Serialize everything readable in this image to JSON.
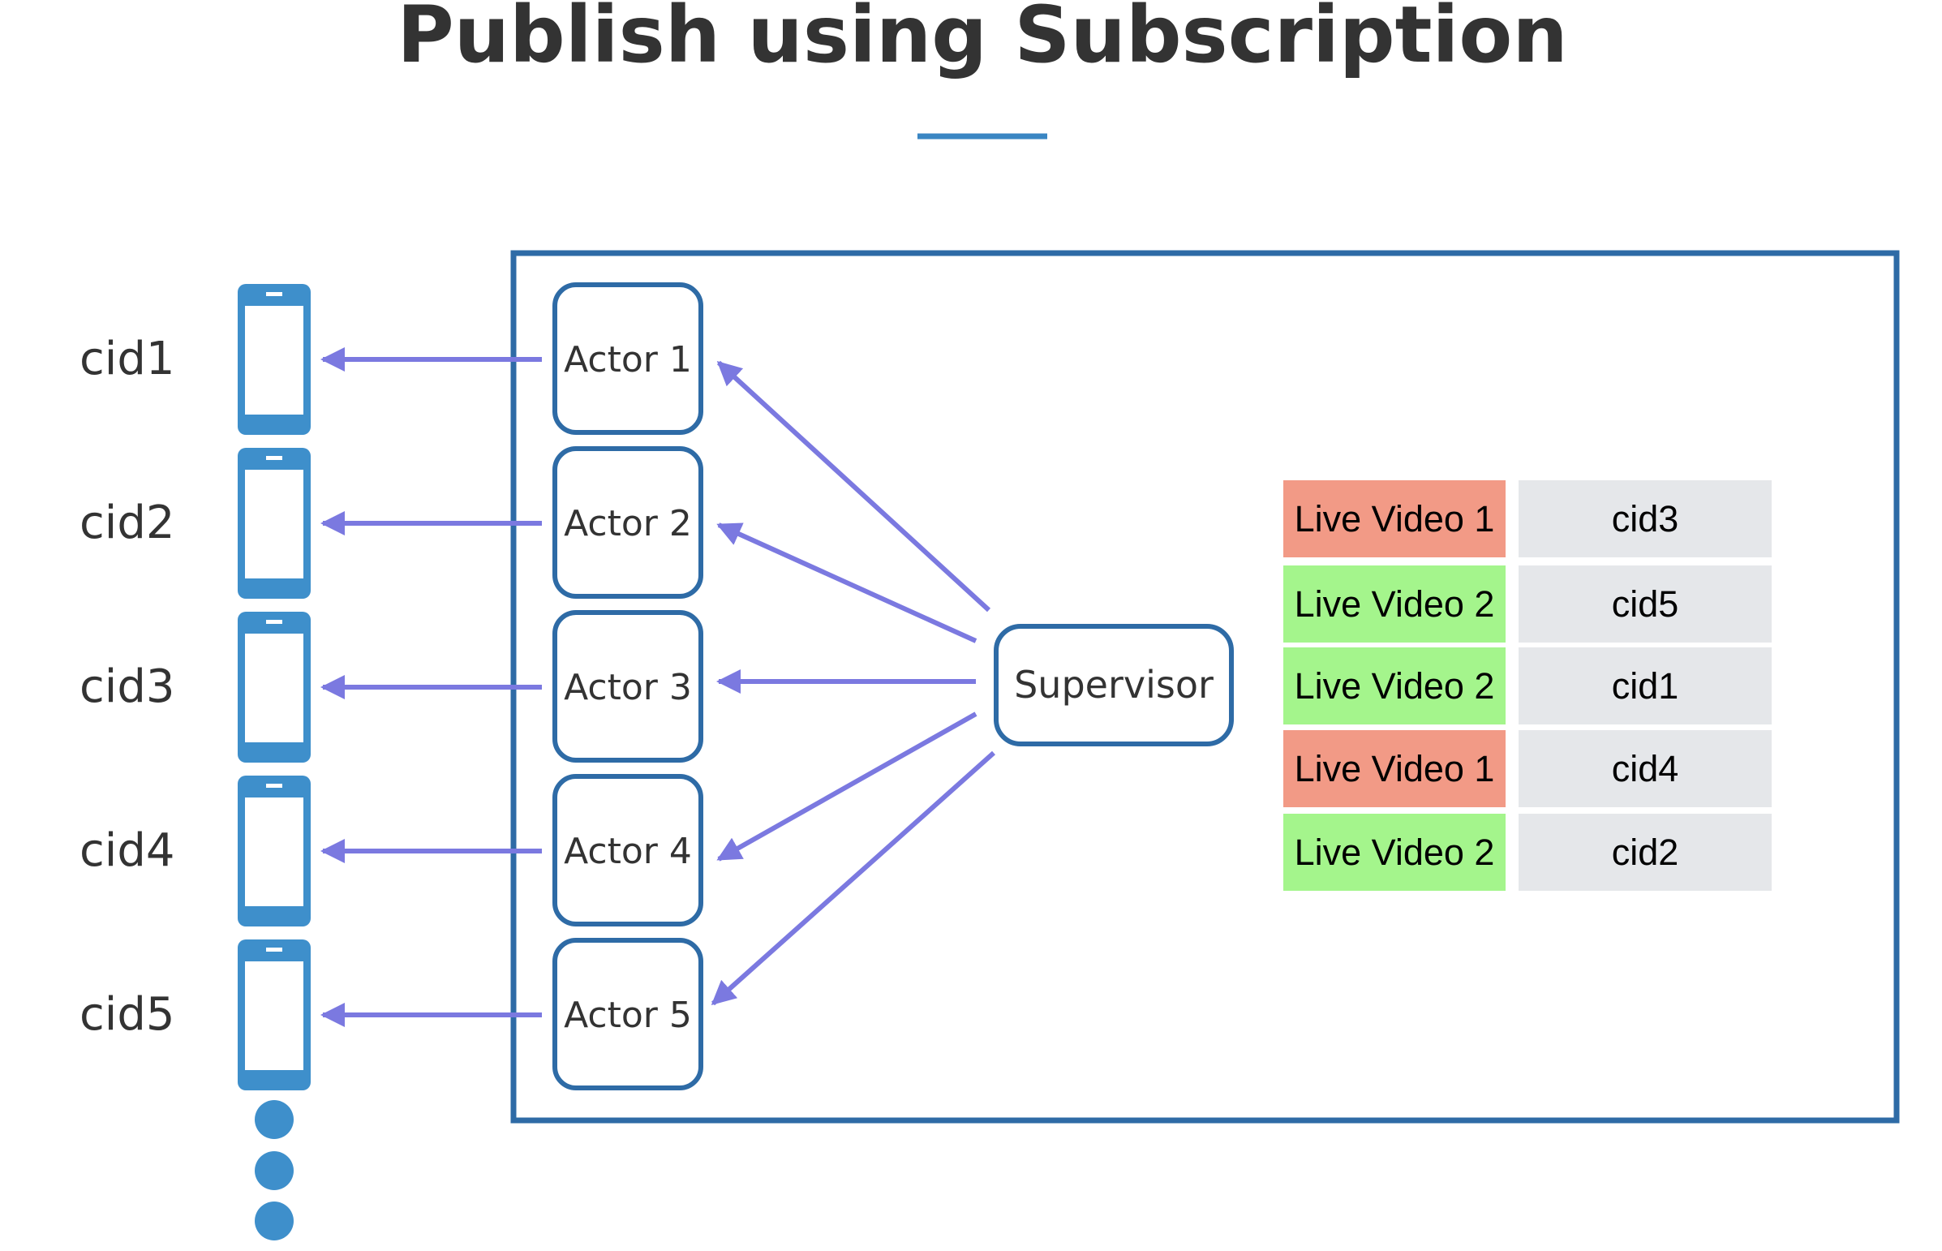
{
  "title": "Publish using Subscription",
  "colors": {
    "accent": "#3A86C3",
    "frame": "#2E6BA6",
    "arrow": "#7B79E0",
    "phone": "#3E8FCB",
    "live_video_1": "#F29A86",
    "live_video_2": "#A4F58C",
    "cell_gray": "#E5E7EA"
  },
  "clients": [
    {
      "label": "cid1"
    },
    {
      "label": "cid2"
    },
    {
      "label": "cid3"
    },
    {
      "label": "cid4"
    },
    {
      "label": "cid5"
    }
  ],
  "actors": [
    {
      "label": "Actor 1"
    },
    {
      "label": "Actor 2"
    },
    {
      "label": "Actor 3"
    },
    {
      "label": "Actor 4"
    },
    {
      "label": "Actor 5"
    }
  ],
  "supervisor": {
    "label": "Supervisor"
  },
  "subscriptions": [
    {
      "stream": "Live Video 1",
      "client": "cid3",
      "stream_color": "#F29A86"
    },
    {
      "stream": "Live Video 2",
      "client": "cid5",
      "stream_color": "#A4F58C"
    },
    {
      "stream": "Live Video 2",
      "client": "cid1",
      "stream_color": "#A4F58C"
    },
    {
      "stream": "Live Video 1",
      "client": "cid4",
      "stream_color": "#F29A86"
    },
    {
      "stream": "Live Video 2",
      "client": "cid2",
      "stream_color": "#A4F58C"
    }
  ],
  "more_icon": "ellipsis-dots-icon"
}
